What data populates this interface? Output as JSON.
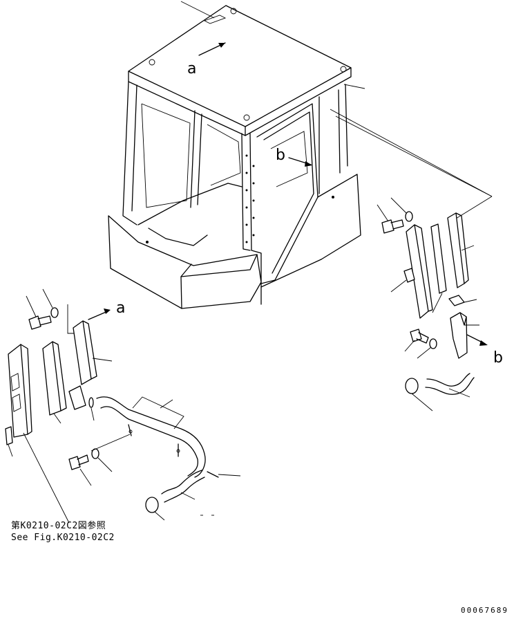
{
  "view_labels": {
    "a_top": "a",
    "b_top": "b",
    "a_left": "a",
    "b_right": "b"
  },
  "reference_note": {
    "line_jp": "第K0210-02C2図参照",
    "line_en": "See Fig.K0210-02C2"
  },
  "document_number": "00067689"
}
